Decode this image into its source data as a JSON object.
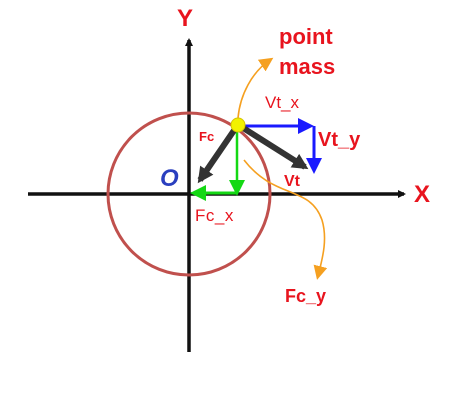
{
  "labels": {
    "y_axis": "Y",
    "x_axis": "X",
    "origin": "O",
    "point_mass_line1": "point",
    "point_mass_line2": "mass",
    "vt_x": "Vt_x",
    "vt_y": "Vt_y",
    "vt": "Vt",
    "fc": "Fc",
    "fc_x": "Fc_x",
    "fc_y": "Fc_y"
  },
  "colors": {
    "axis": "#111111",
    "circle": "#c0504d",
    "red_label": "#e8141e",
    "blue": "#1a1aff",
    "green": "#14d814",
    "orange": "#f5a020",
    "point": "#f2f200",
    "dark_vector": "#333333",
    "origin_label": "#2a3fbf"
  }
}
